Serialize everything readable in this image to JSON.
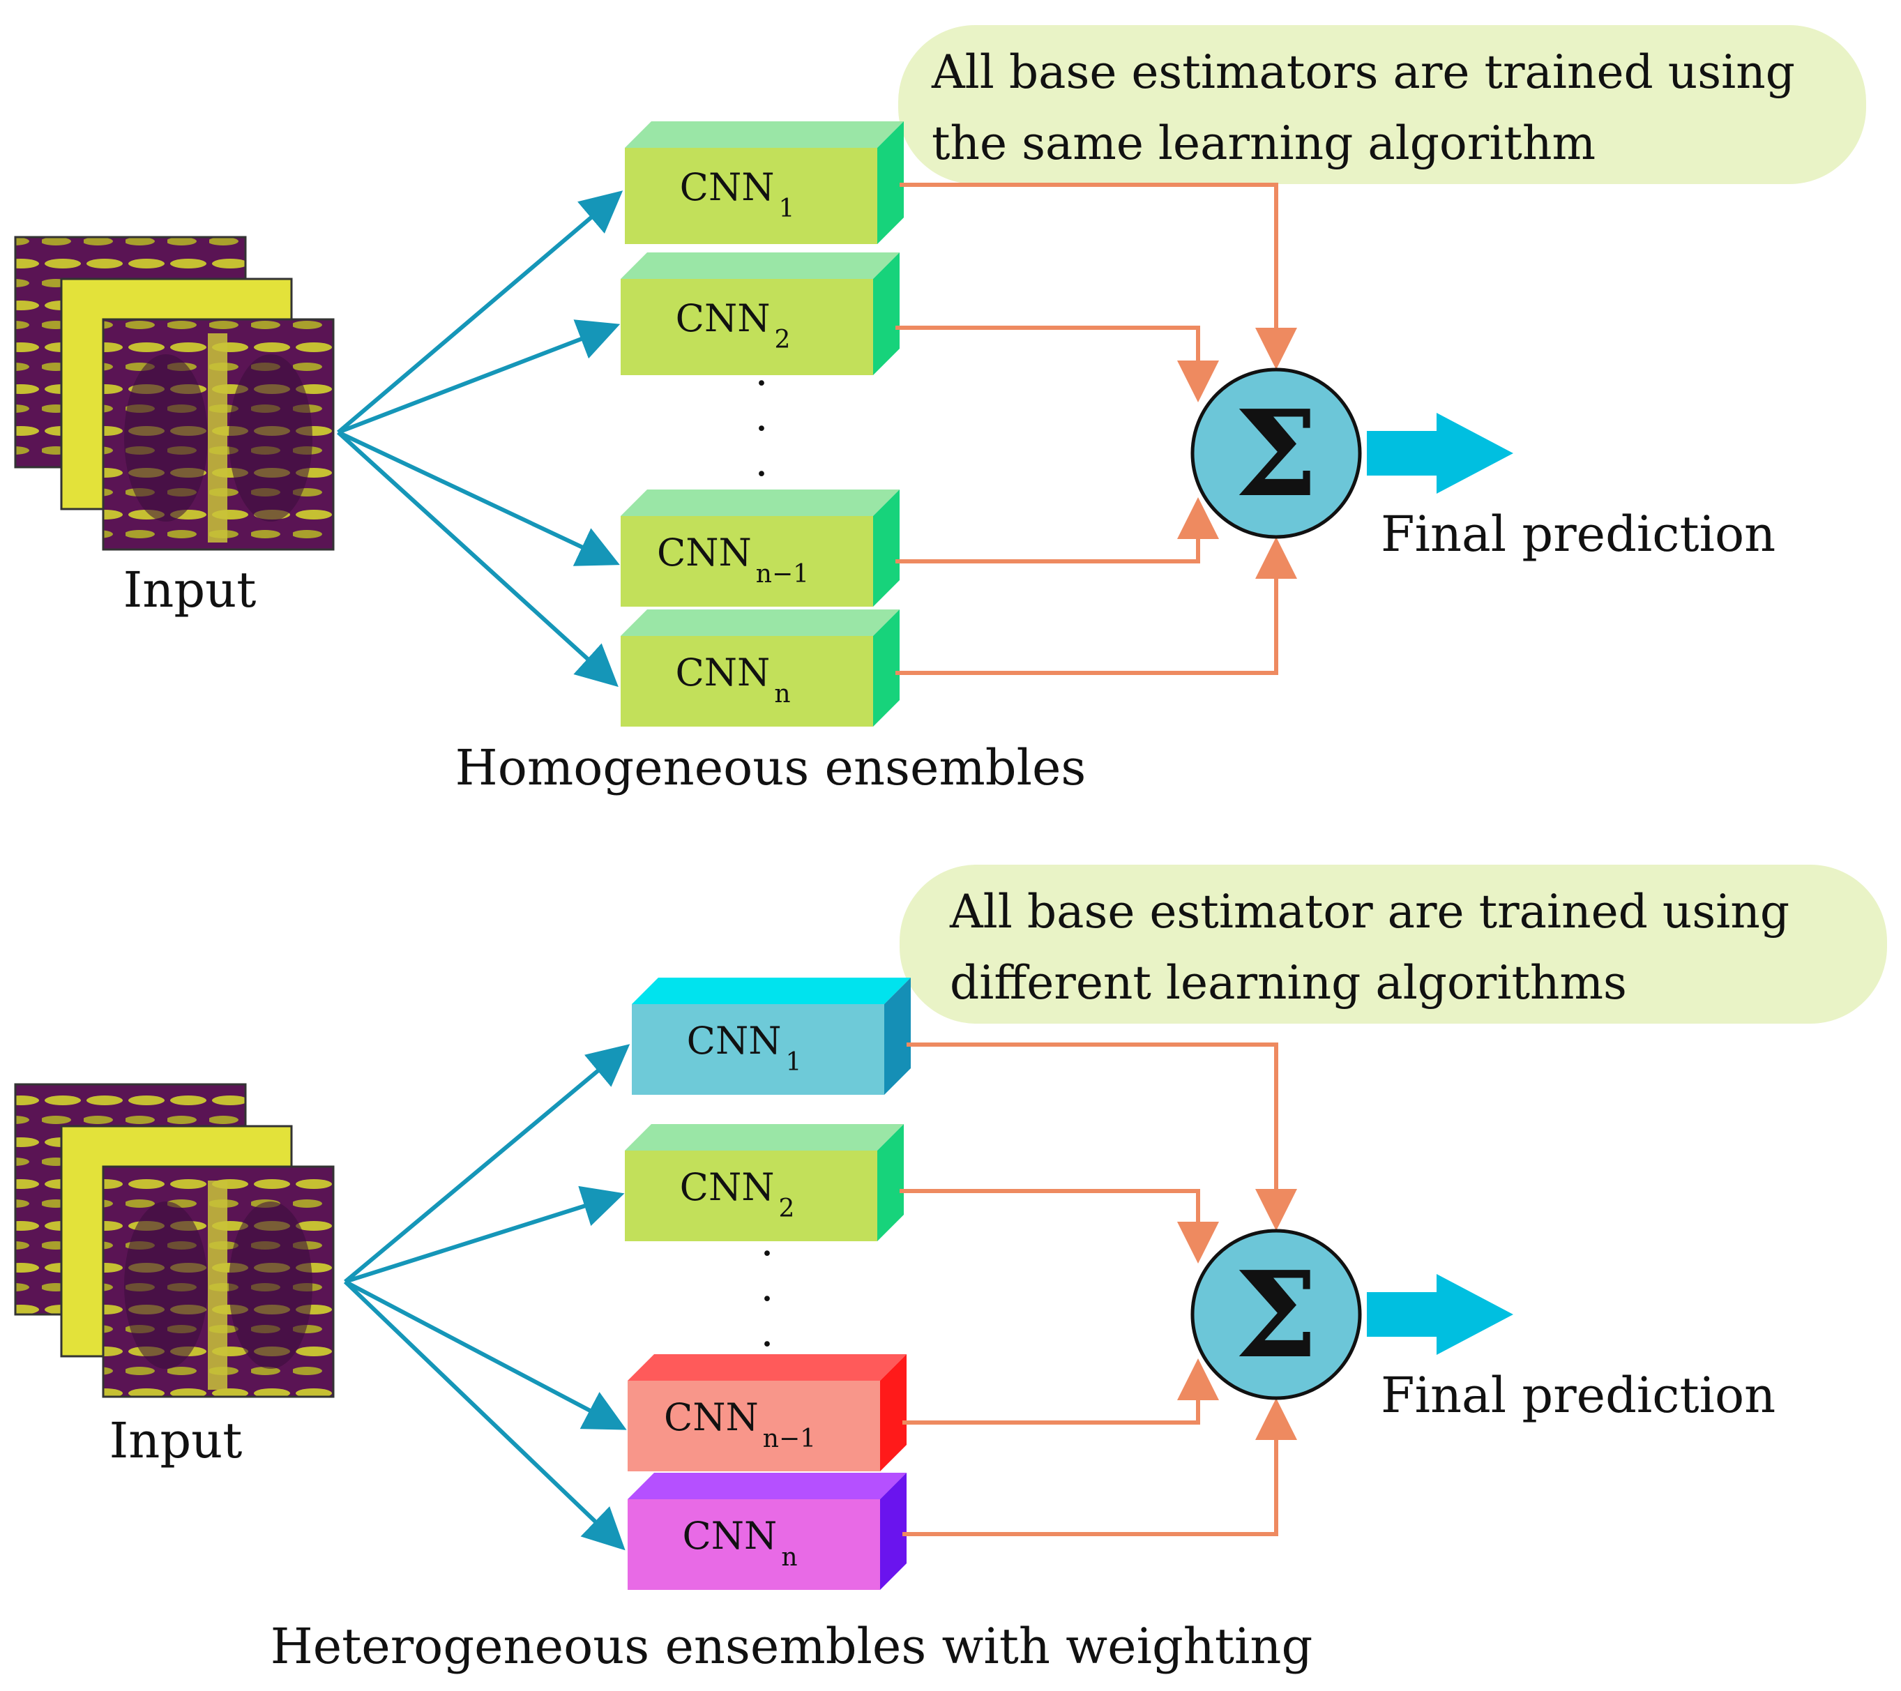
{
  "colors": {
    "input_arrow": "#1596b8",
    "merge_arrow": "#ee8a60",
    "output_arrow": "#00bfe0",
    "sigma_fill": "#6cc6d8",
    "note_fill": "#e9f3c6",
    "green_front": "#c2e05a",
    "green_top": "#9ae6a6",
    "green_side": "#17d37b",
    "cyan_front": "#6ecad8",
    "cyan_top": "#00e3ee",
    "cyan_side": "#158fb6",
    "red_front": "#f8968a",
    "red_top": "#ff5a5a",
    "red_side": "#ff1a1a",
    "purple_front": "#e86ae6",
    "purple_top": "#b550ff",
    "purple_side": "#6a14ee"
  },
  "panels": [
    {
      "input_label": "Input",
      "note_lines": [
        "All base estimators are trained using",
        "the same learning algorithm"
      ],
      "ensemble_label": "Homogeneous ensembles",
      "output_label": "Final prediction",
      "sigma": "Σ",
      "dots": "·",
      "models": [
        {
          "name": "CNN",
          "sub": "1",
          "color": "green"
        },
        {
          "name": "CNN",
          "sub": "2",
          "color": "green"
        },
        {
          "name": "CNN",
          "sub": "n−1",
          "color": "green"
        },
        {
          "name": "CNN",
          "sub": "n",
          "color": "green"
        }
      ]
    },
    {
      "input_label": "Input",
      "note_lines": [
        "All base estimator are trained using",
        "different learning algorithms"
      ],
      "ensemble_label": "Heterogeneous ensembles with weighting",
      "output_label": "Final prediction",
      "sigma": "Σ",
      "dots": "·",
      "models": [
        {
          "name": "CNN",
          "sub": "1",
          "color": "cyan"
        },
        {
          "name": "CNN",
          "sub": "2",
          "color": "green"
        },
        {
          "name": "CNN",
          "sub": "n−1",
          "color": "red"
        },
        {
          "name": "CNN",
          "sub": "n",
          "color": "purple"
        }
      ]
    }
  ]
}
